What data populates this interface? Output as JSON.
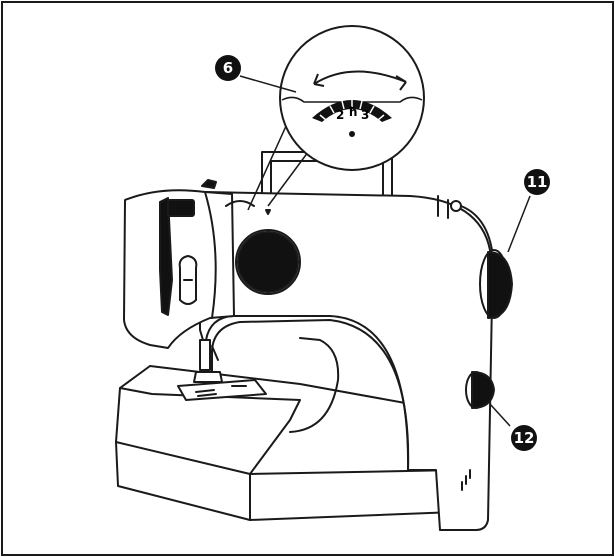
{
  "figure": {
    "type": "sewing-machine-line-diagram",
    "colors": {
      "stroke": "#1a1a1a",
      "fill": "#ffffff",
      "dark": "#111111",
      "callout": "#111111",
      "callout_text": "#ffffff"
    }
  },
  "callouts": [
    {
      "id": "callout-6",
      "label": "6",
      "part": "stitch-selector-dial"
    },
    {
      "id": "callout-11",
      "label": "11",
      "part": "handwheel"
    },
    {
      "id": "callout-12",
      "label": "12",
      "part": "stitch-length-dial"
    }
  ],
  "dial_scale": {
    "digits": [
      "2",
      "ħ",
      "3"
    ],
    "arrow": "double-headed"
  }
}
